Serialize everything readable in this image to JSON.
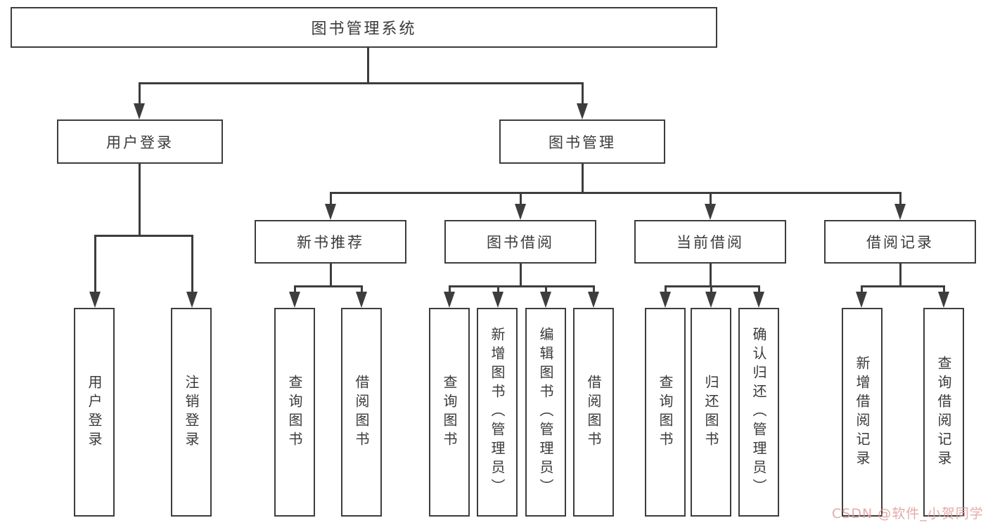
{
  "tree": {
    "root": {
      "label": "图书管理系统"
    },
    "level2": [
      {
        "label": "用户登录",
        "children": [
          {
            "label": "用户登录"
          },
          {
            "label": "注销登录"
          }
        ]
      },
      {
        "label": "图书管理",
        "children": [
          {
            "label": "新书推荐",
            "children": [
              {
                "label": "查询图书"
              },
              {
                "label": "借阅图书"
              }
            ]
          },
          {
            "label": "图书借阅",
            "children": [
              {
                "label": "查询图书"
              },
              {
                "label": "新增图书（管理员）"
              },
              {
                "label": "编辑图书（管理员）"
              },
              {
                "label": "借阅图书"
              }
            ]
          },
          {
            "label": "当前借阅",
            "children": [
              {
                "label": "查询图书"
              },
              {
                "label": "归还图书"
              },
              {
                "label": "确认归还（管理员）"
              }
            ]
          },
          {
            "label": "借阅记录",
            "children": [
              {
                "label": "新增借阅记录"
              },
              {
                "label": "查询借阅记录"
              }
            ]
          }
        ]
      }
    ]
  },
  "watermark": {
    "text": "CSDN @软件_小贺同学"
  },
  "colors": {
    "line": "#3d3d3d",
    "text": "#3a3a3a",
    "box_background": "#ffffff",
    "watermark": "#e09e9e"
  }
}
